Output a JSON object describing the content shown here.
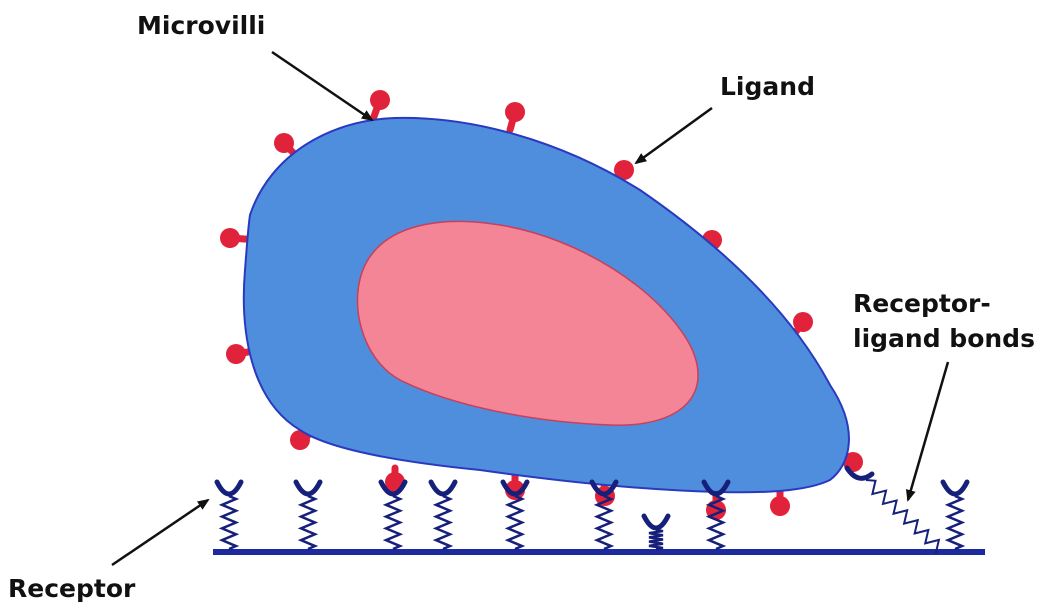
{
  "labels": {
    "microvilli": "Microvilli",
    "ligand": "Ligand",
    "receptor_ligand_line1": "Receptor-",
    "receptor_ligand_line2": "ligand bonds",
    "receptor": "Receptor"
  },
  "colors": {
    "cell_body": "#4f8edc",
    "cell_outline": "#2a3ac0",
    "nucleus": "#f38597",
    "ligand": "#e0233a",
    "receptor": "#16207a",
    "substrate": "#1c2a9e",
    "arrow": "#111111"
  }
}
